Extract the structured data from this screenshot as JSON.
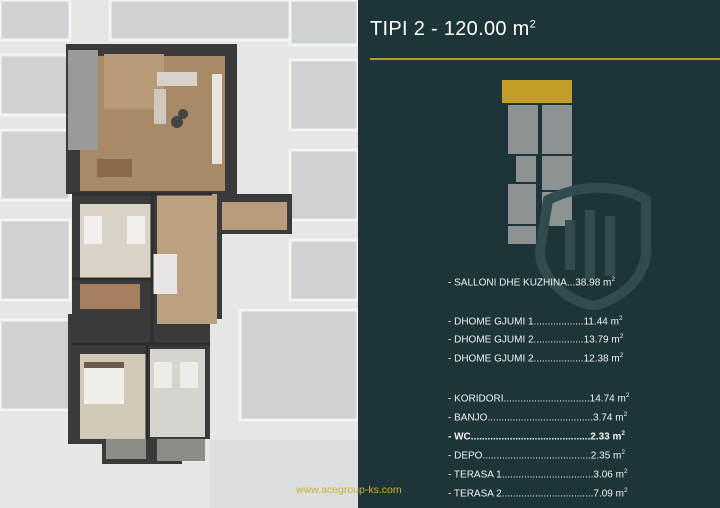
{
  "title": "TIPI 2 - 120.00 m",
  "title_sup": "2",
  "website": "www.acegroup-ks.com",
  "rooms": [
    {
      "text": "- SALLONI DHE KUZHINA...38.98 m",
      "bold": false
    },
    {
      "text": "- DHOME GJUMI 1..................11.44 m",
      "bold": false
    },
    {
      "text": "- DHOME GJUMI 2..................13.79 m",
      "bold": false
    },
    {
      "text": "- DHOME GJUMI 2..................12.38 m",
      "bold": false
    },
    {
      "text": "- KORIDORI...............................14.74 m",
      "bold": false
    },
    {
      "text": "- BANJO......................................3.74 m",
      "bold": false
    },
    {
      "text": "- WC...........................................2.33 m",
      "bold": true
    },
    {
      "text": "- DEPO.......................................2.35 m",
      "bold": false
    },
    {
      "text": "- TERASA 1.................................3.06 m",
      "bold": false
    },
    {
      "text": "- TERASA 2.................................7.09 m",
      "bold": false
    }
  ],
  "unit_sup": "2",
  "colors": {
    "panel": "#1d3538",
    "accent": "#b5962c",
    "text": "#ffffff"
  },
  "icons": [
    "building-keyplan-icon",
    "shield-logo-icon",
    "floor-plan-illustration"
  ]
}
